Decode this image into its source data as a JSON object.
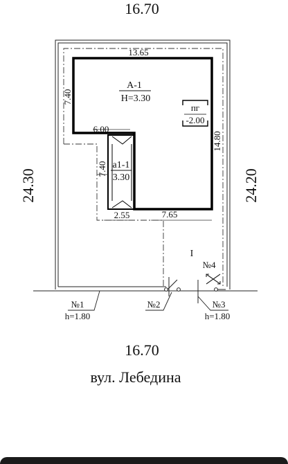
{
  "plot": {
    "width_top": "16.70",
    "width_bottom": "16.70",
    "depth_left": "24.30",
    "depth_right": "24.20",
    "street": "вул. Лебедина"
  },
  "building": {
    "label": "А-1",
    "height": "Н=3.30",
    "dim_top": "13.65",
    "dim_left": "7.40",
    "dim_right": "14.80",
    "dim_step": "6.00",
    "dim_bottom": "7.65"
  },
  "annex": {
    "label": "а1-1",
    "height": "3.30",
    "dim_side": "7.40",
    "dim_bottom": "2.55"
  },
  "cellar": {
    "label": "пг",
    "depth": "-2.00"
  },
  "yard": {
    "label": "I"
  },
  "fences": [
    {
      "label": "№1",
      "height": "h=1.80"
    },
    {
      "label": "№2",
      "height": ""
    },
    {
      "label": "№3",
      "height": "h=1.80"
    },
    {
      "label": "№4",
      "height": ""
    }
  ]
}
